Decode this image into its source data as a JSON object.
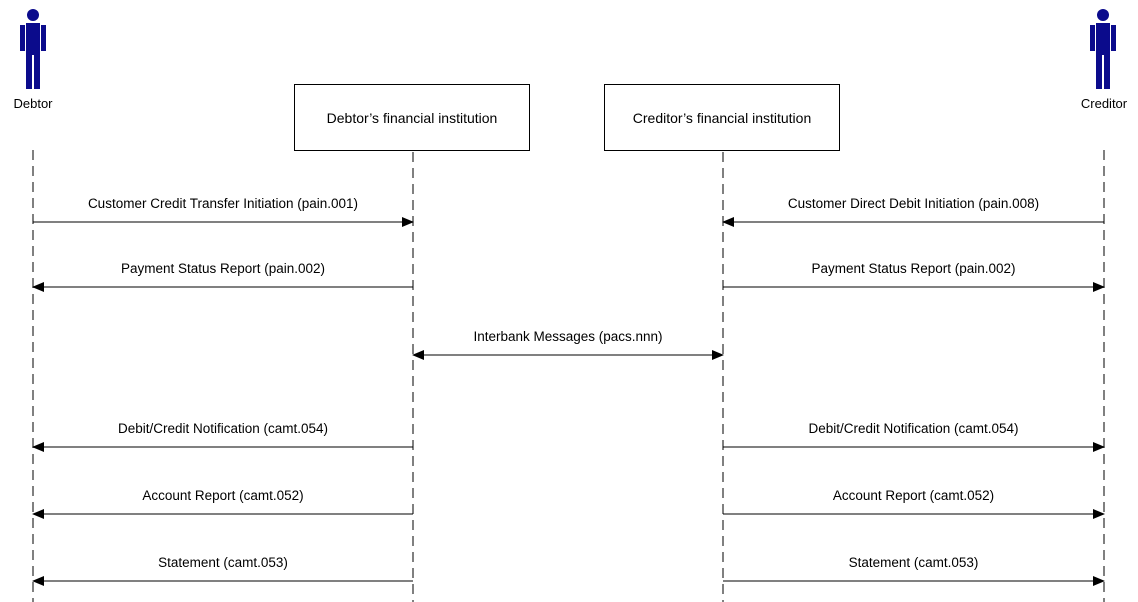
{
  "participants": {
    "debtor": {
      "label": "Debtor"
    },
    "debtor_fi": {
      "label": "Debtor’s financial institution"
    },
    "creditor_fi": {
      "label": "Creditor’s financial institution"
    },
    "creditor": {
      "label": "Creditor"
    }
  },
  "colors": {
    "actor": "#0b0b8c",
    "line": "#000000"
  },
  "messages": [
    {
      "label": "Customer Credit Transfer Initiation (pain.001)",
      "from": "debtor",
      "to": "debtor_fi"
    },
    {
      "label": "Customer Direct Debit Initiation (pain.008)",
      "from": "creditor",
      "to": "creditor_fi"
    },
    {
      "label": "Payment Status Report (pain.002)",
      "from": "debtor_fi",
      "to": "debtor"
    },
    {
      "label": "Payment Status Report (pain.002)",
      "from": "creditor_fi",
      "to": "creditor"
    },
    {
      "label": "Interbank Messages (pacs.nnn)",
      "from": "debtor_fi",
      "to": "creditor_fi",
      "bidirectional": true
    },
    {
      "label": "Debit/Credit Notification (camt.054)",
      "from": "debtor_fi",
      "to": "debtor"
    },
    {
      "label": "Debit/Credit Notification (camt.054)",
      "from": "creditor_fi",
      "to": "creditor"
    },
    {
      "label": "Account Report (camt.052)",
      "from": "debtor_fi",
      "to": "debtor"
    },
    {
      "label": "Account Report (camt.052)",
      "from": "creditor_fi",
      "to": "creditor"
    },
    {
      "label": "Statement (camt.053)",
      "from": "debtor_fi",
      "to": "debtor"
    },
    {
      "label": "Statement (camt.053)",
      "from": "creditor_fi",
      "to": "creditor"
    }
  ]
}
